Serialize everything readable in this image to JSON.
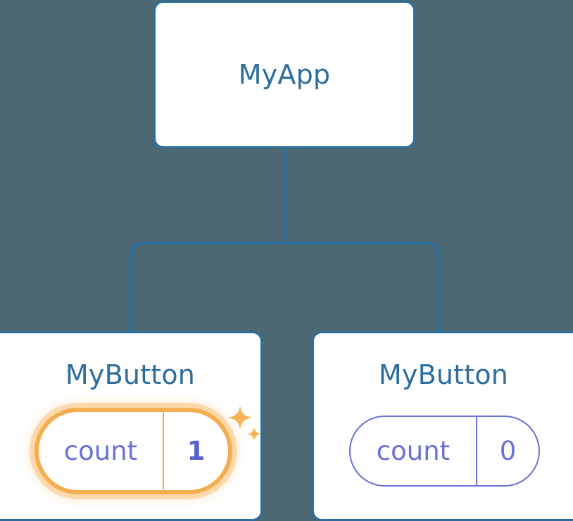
{
  "diagram": {
    "type": "component-tree",
    "background_color": "#4c6872",
    "edge_color": "#2170a8",
    "card_border_color": "#2d6e9e",
    "title_color": "#2d6e9e",
    "state_color": "#6a71d6",
    "highlight_color": "#f5ae4f",
    "highlight_glow_color": "#fbe4bc"
  },
  "nodes": {
    "root": {
      "title": "MyApp"
    },
    "child_left": {
      "title": "MyButton",
      "state": {
        "key": "count",
        "value": "1",
        "highlighted": true
      }
    },
    "child_right": {
      "title": "MyButton",
      "state": {
        "key": "count",
        "value": "0",
        "highlighted": false
      }
    }
  },
  "icons": {
    "sparkle_large": "sparkle-icon",
    "sparkle_small": "sparkle-icon"
  }
}
